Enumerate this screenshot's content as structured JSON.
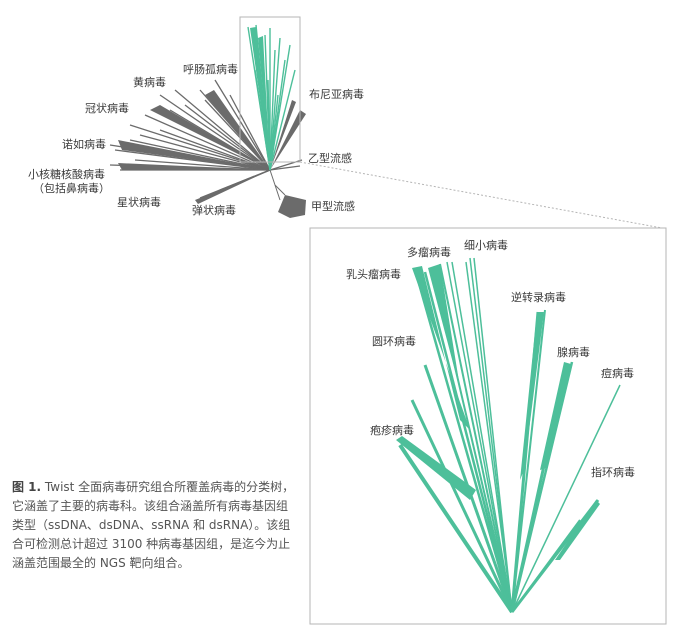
{
  "colors": {
    "green": "#4dbf9a",
    "gray": "#6b6b6b",
    "frame": "#b5b5b5",
    "text": "#3a3a3a"
  },
  "overview": {
    "labels": {
      "picorna": "呼肠孤病毒",
      "flavi": "黄病毒",
      "corona": "冠状病毒",
      "noro": "诺如病毒",
      "small_rna": "小核糖核酸病毒",
      "small_rna_note": "（包括鼻病毒）",
      "astro": "星状病毒",
      "rhabdo": "弹状病毒",
      "bunya": "布尼亚病毒",
      "flu_b": "乙型流感",
      "flu_a": "甲型流感"
    }
  },
  "detail": {
    "labels": {
      "polyoma": "多瘤病毒",
      "parvo": "细小病毒",
      "papilloma": "乳头瘤病毒",
      "retro": "逆转录病毒",
      "circo": "圆环病毒",
      "adeno": "腺病毒",
      "pox": "痘病毒",
      "herpes": "疱疹病毒",
      "anello": "指环病毒"
    }
  },
  "caption": {
    "fig_label": "图 1.",
    "text": "Twist 全面病毒研究组合所覆盖病毒的分类树，它涵盖了主要的病毒科。该组合涵盖所有病毒基因组类型（ssDNA、dsDNA、ssRNA 和 dsRNA）。该组合可检测总计超过 3100 种病毒基因组，是迄今为止涵盖范围最全的 NGS 靶向组合。"
  }
}
